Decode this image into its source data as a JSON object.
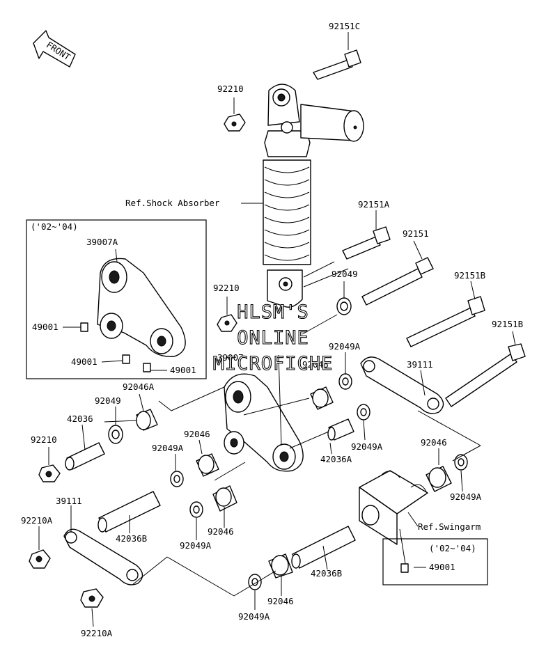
{
  "front_label": "FRONT",
  "inset_top": {
    "title": "('02~'04)"
  },
  "inset_bottom": {
    "title": "('02~'04)"
  },
  "labels": {
    "p92151C": "92151C",
    "p92210_top": "92210",
    "ref_shock": "Ref.Shock Absorber",
    "p92151A": "92151A",
    "p92151": "92151",
    "p92049_mid": "92049",
    "p92151B": "92151B",
    "p92210_mid": "92210",
    "p92151B_2": "92151B",
    "p92049A_mid": "92049A",
    "p39111_right": "39111",
    "p39007A": "39007A",
    "p49001_a": "49001",
    "p49001_b": "49001",
    "p49001_c": "49001",
    "p39007": "39007",
    "p92046_top": "92046",
    "p92046A": "92046A",
    "p92049_left": "92049",
    "p42036": "42036",
    "p92210_left": "92210",
    "p92046_center": "92046",
    "p92049A_c1": "92049A",
    "p42036A": "42036A",
    "p92049A_right1": "92049A",
    "p92046_right": "92046",
    "p92049A_right2": "92049A",
    "p39111_left": "39111",
    "p92210A_top": "92210A",
    "p42036B_left": "42036B",
    "p92046_c2": "92046",
    "p92049A_c2": "92049A",
    "ref_swingarm": "Ref.Swingarm",
    "p49001_inset": "49001",
    "p42036B_right": "42036B",
    "p92046_bottom": "92046",
    "p92049A_bottom": "92049A",
    "p92210A_bottom": "92210A"
  },
  "watermark": [
    "HLSM'S",
    "ONLINE",
    "MICROFICHE"
  ]
}
